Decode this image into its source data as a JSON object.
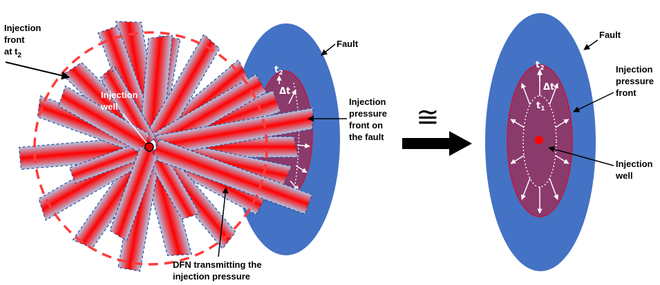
{
  "left_panel": {
    "injection_front_label": [
      "Injection",
      "front",
      "at t"
    ],
    "injection_front_sub": "2",
    "injection_well_label": [
      "Injection",
      "well"
    ],
    "fault_label": "Fault",
    "pressure_front_label": [
      "Injection",
      "pressure",
      "front on",
      "the fault"
    ],
    "dfn_label": [
      "DFN transmitting the",
      "injection pressure"
    ],
    "t2_label": "t",
    "t2_sub": "2",
    "delta_t_label": "Δt"
  },
  "approx_symbol": "≅",
  "right_panel": {
    "fault_label": "Fault",
    "pressure_front_label": [
      "Injection",
      "pressure",
      "front"
    ],
    "injection_well_label": [
      "Injection",
      "well"
    ],
    "t2_label": "t",
    "t2_sub": "2",
    "t1_label": "t",
    "t1_sub": "1",
    "delta_t_label": "Δt"
  },
  "colors": {
    "fault": "#4472c4",
    "pressure_zone": "#8b3a6c",
    "fracture_red": "#ff0000",
    "fracture_light": "#b4c7e7",
    "front_circle": "#ff3b3b"
  }
}
